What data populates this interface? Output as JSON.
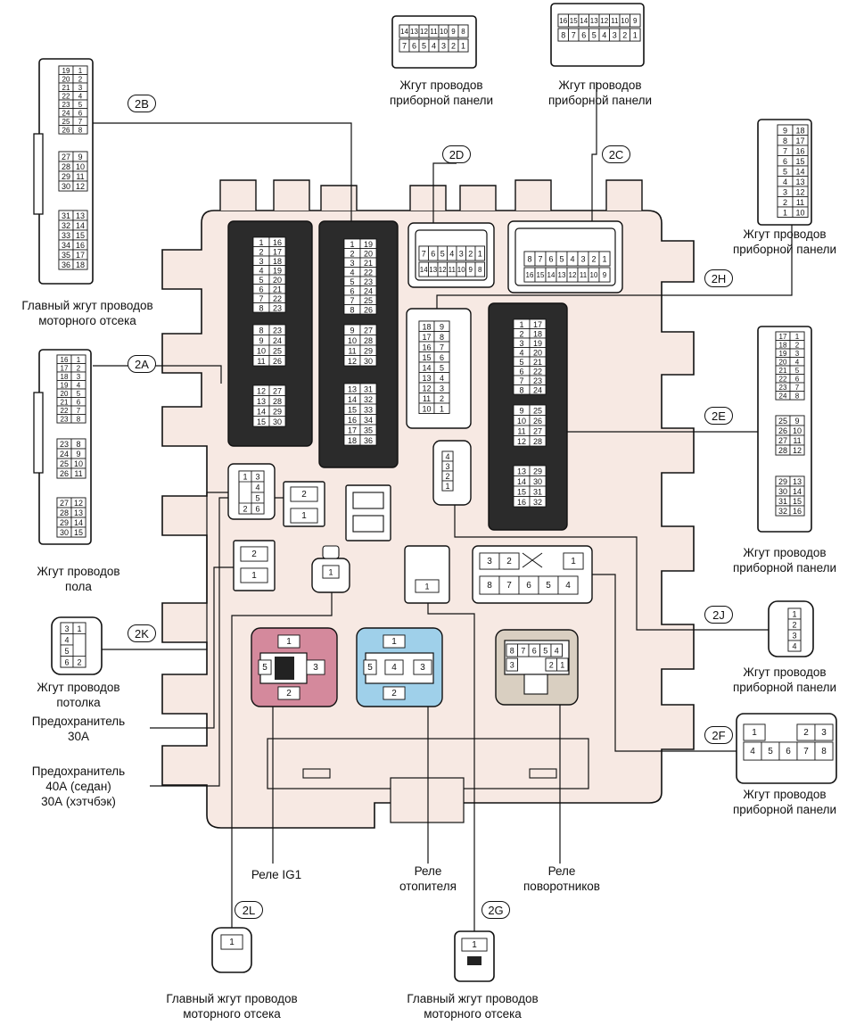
{
  "colors": {
    "housing": "#f7e9e3",
    "relay_ig1": "#d4899c",
    "relay_heater": "#9fd0ea",
    "relay_turn": "#d9cfc1",
    "stroke": "#111111"
  },
  "tags": {
    "t2A": "2A",
    "t2B": "2B",
    "t2C": "2C",
    "t2D": "2D",
    "t2E": "2E",
    "t2F": "2F",
    "t2G": "2G",
    "t2H": "2H",
    "t2J": "2J",
    "t2K": "2K",
    "t2L": "2L"
  },
  "labels": {
    "engine_harness_2b": [
      "Главный жгут проводов",
      "моторного отсека"
    ],
    "panel_2d": [
      "Жгут проводов",
      "приборной панели"
    ],
    "panel_2c": [
      "Жгут проводов",
      "приборной панели"
    ],
    "panel_2h": [
      "Жгут проводов",
      "приборной панели"
    ],
    "floor_2a": [
      "Жгут проводов",
      "пола"
    ],
    "panel_2e": [
      "Жгут проводов",
      "приборной панели"
    ],
    "ceiling_2k": [
      "Жгут проводов",
      "потолка"
    ],
    "fuse_30a": [
      "Предохранитель",
      "30А"
    ],
    "fuse_40a": [
      "Предохранитель",
      "40А (седан)",
      "30А (хэтчбэк)"
    ],
    "panel_2j": [
      "Жгут проводов",
      "приборной панели"
    ],
    "panel_2f": [
      "Жгут проводов",
      "приборной панели"
    ],
    "relay_ig1": [
      "Реле IG1"
    ],
    "relay_heater": [
      "Реле",
      "отопителя"
    ],
    "relay_turn": [
      "Реле",
      "поворотников"
    ],
    "engine_harness_2l": [
      "Главный жгут проводов",
      "моторного отсека"
    ],
    "engine_harness_2g": [
      "Главный жгут проводов",
      "моторного отсека"
    ]
  },
  "fuses": {
    "fuse_a": [
      "2",
      "1"
    ],
    "fuse_b": [
      "2",
      "1"
    ]
  },
  "relays": {
    "ig1": [
      "1",
      "5",
      "3",
      "2"
    ],
    "heater": [
      "1",
      "5",
      "4",
      "3",
      "2"
    ],
    "turn": [
      "8",
      "7",
      "6",
      "5",
      "4",
      "3",
      "2",
      "1"
    ]
  }
}
